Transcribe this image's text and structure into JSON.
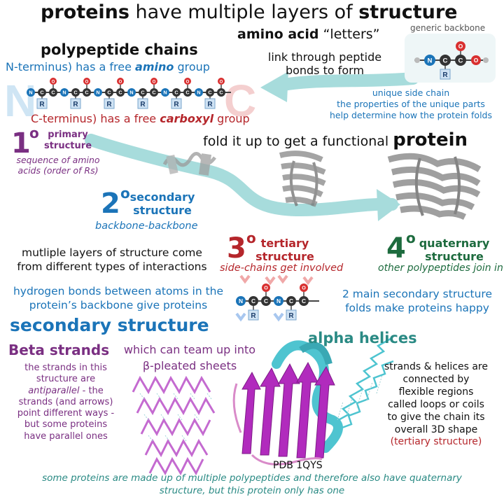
{
  "colors": {
    "black": "#111111",
    "blue": "#1b74b8",
    "red": "#b5262b",
    "purple": "#7a2f82",
    "teal": "#2a8a84",
    "green": "#1d6b3e",
    "magenta": "#b12bbd",
    "cyan": "#4ec4d0",
    "arrow": "#a7dcdc"
  },
  "title": {
    "pre": "proteins",
    "mid": " have multiple layers of ",
    "post": "structure"
  },
  "amino_letters": {
    "bold": "amino acid",
    "rest": " “letters”"
  },
  "generic_backbone": "generic backbone",
  "link_text": [
    "link through peptide",
    "bonds to form"
  ],
  "polypeptide_chains": "polypeptide chains",
  "n_terminus": {
    "part1": "N-terminus) has a free ",
    "em": "amino",
    "part2": " group"
  },
  "c_terminus": {
    "part1": "C-terminus) has a free ",
    "em": "carboxyl",
    "part2": " group"
  },
  "chain_letters": {
    "n": "N",
    "c": "C"
  },
  "atoms": {
    "n": "N",
    "c": "C",
    "o": "O",
    "r": "R"
  },
  "side_chain_note": [
    "unique side chain",
    "the properties of the unique parts",
    "help determine how the protein folds"
  ],
  "fold_text": {
    "pre": "fold it up to get a functional ",
    "bold": "protein"
  },
  "primary": {
    "num": "1",
    "deg": "o",
    "label": [
      "primary",
      "structure"
    ],
    "desc": [
      "sequence of amino",
      "acids (order of Rs)"
    ]
  },
  "secondary": {
    "num": "2",
    "deg": "o",
    "label": [
      "secondary",
      "structure"
    ],
    "desc": "backbone-backbone"
  },
  "tertiary": {
    "num": "3",
    "deg": "o",
    "label": [
      "tertiary",
      "structure"
    ],
    "desc": "side-chains get involved"
  },
  "quaternary": {
    "num": "4",
    "deg": "o",
    "label": [
      "quaternary",
      "structure"
    ],
    "desc": "other polypeptides join in"
  },
  "multiple_layers": [
    "mutliple layers of structure come",
    "from different types of interactions"
  ],
  "hydrogen_bonds": [
    "hydrogen bonds between atoms in the",
    "protein’s backbone give proteins"
  ],
  "two_main": [
    "2 main secondary structure",
    "folds make proteins happy"
  ],
  "secondary_structure_heading": "secondary structure",
  "beta_strands": "Beta strands",
  "team_up": [
    "which can team up into",
    "β-pleated sheets"
  ],
  "alpha_helices": "alpha helices",
  "strands_desc": {
    "l1": "the strands in this",
    "l2": "structure are",
    "l3_em": "antiparallel",
    "l3_rest": " - the",
    "l4": "strands (and arrows)",
    "l5": "point different ways -",
    "l6": "but some proteins",
    "l7": "have parallel ones"
  },
  "loops_desc": [
    "strands & helices are",
    "connected by",
    "flexible regions",
    "called loops or coils",
    "to give the chain its",
    "overall 3D shape"
  ],
  "tertiary_paren": "(tertiary structure)",
  "pdb": "PDB 1QYS",
  "footer": [
    "some proteins are made up of multiple polypeptides and therefore also have quaternary",
    "structure, but this protein only has one"
  ]
}
